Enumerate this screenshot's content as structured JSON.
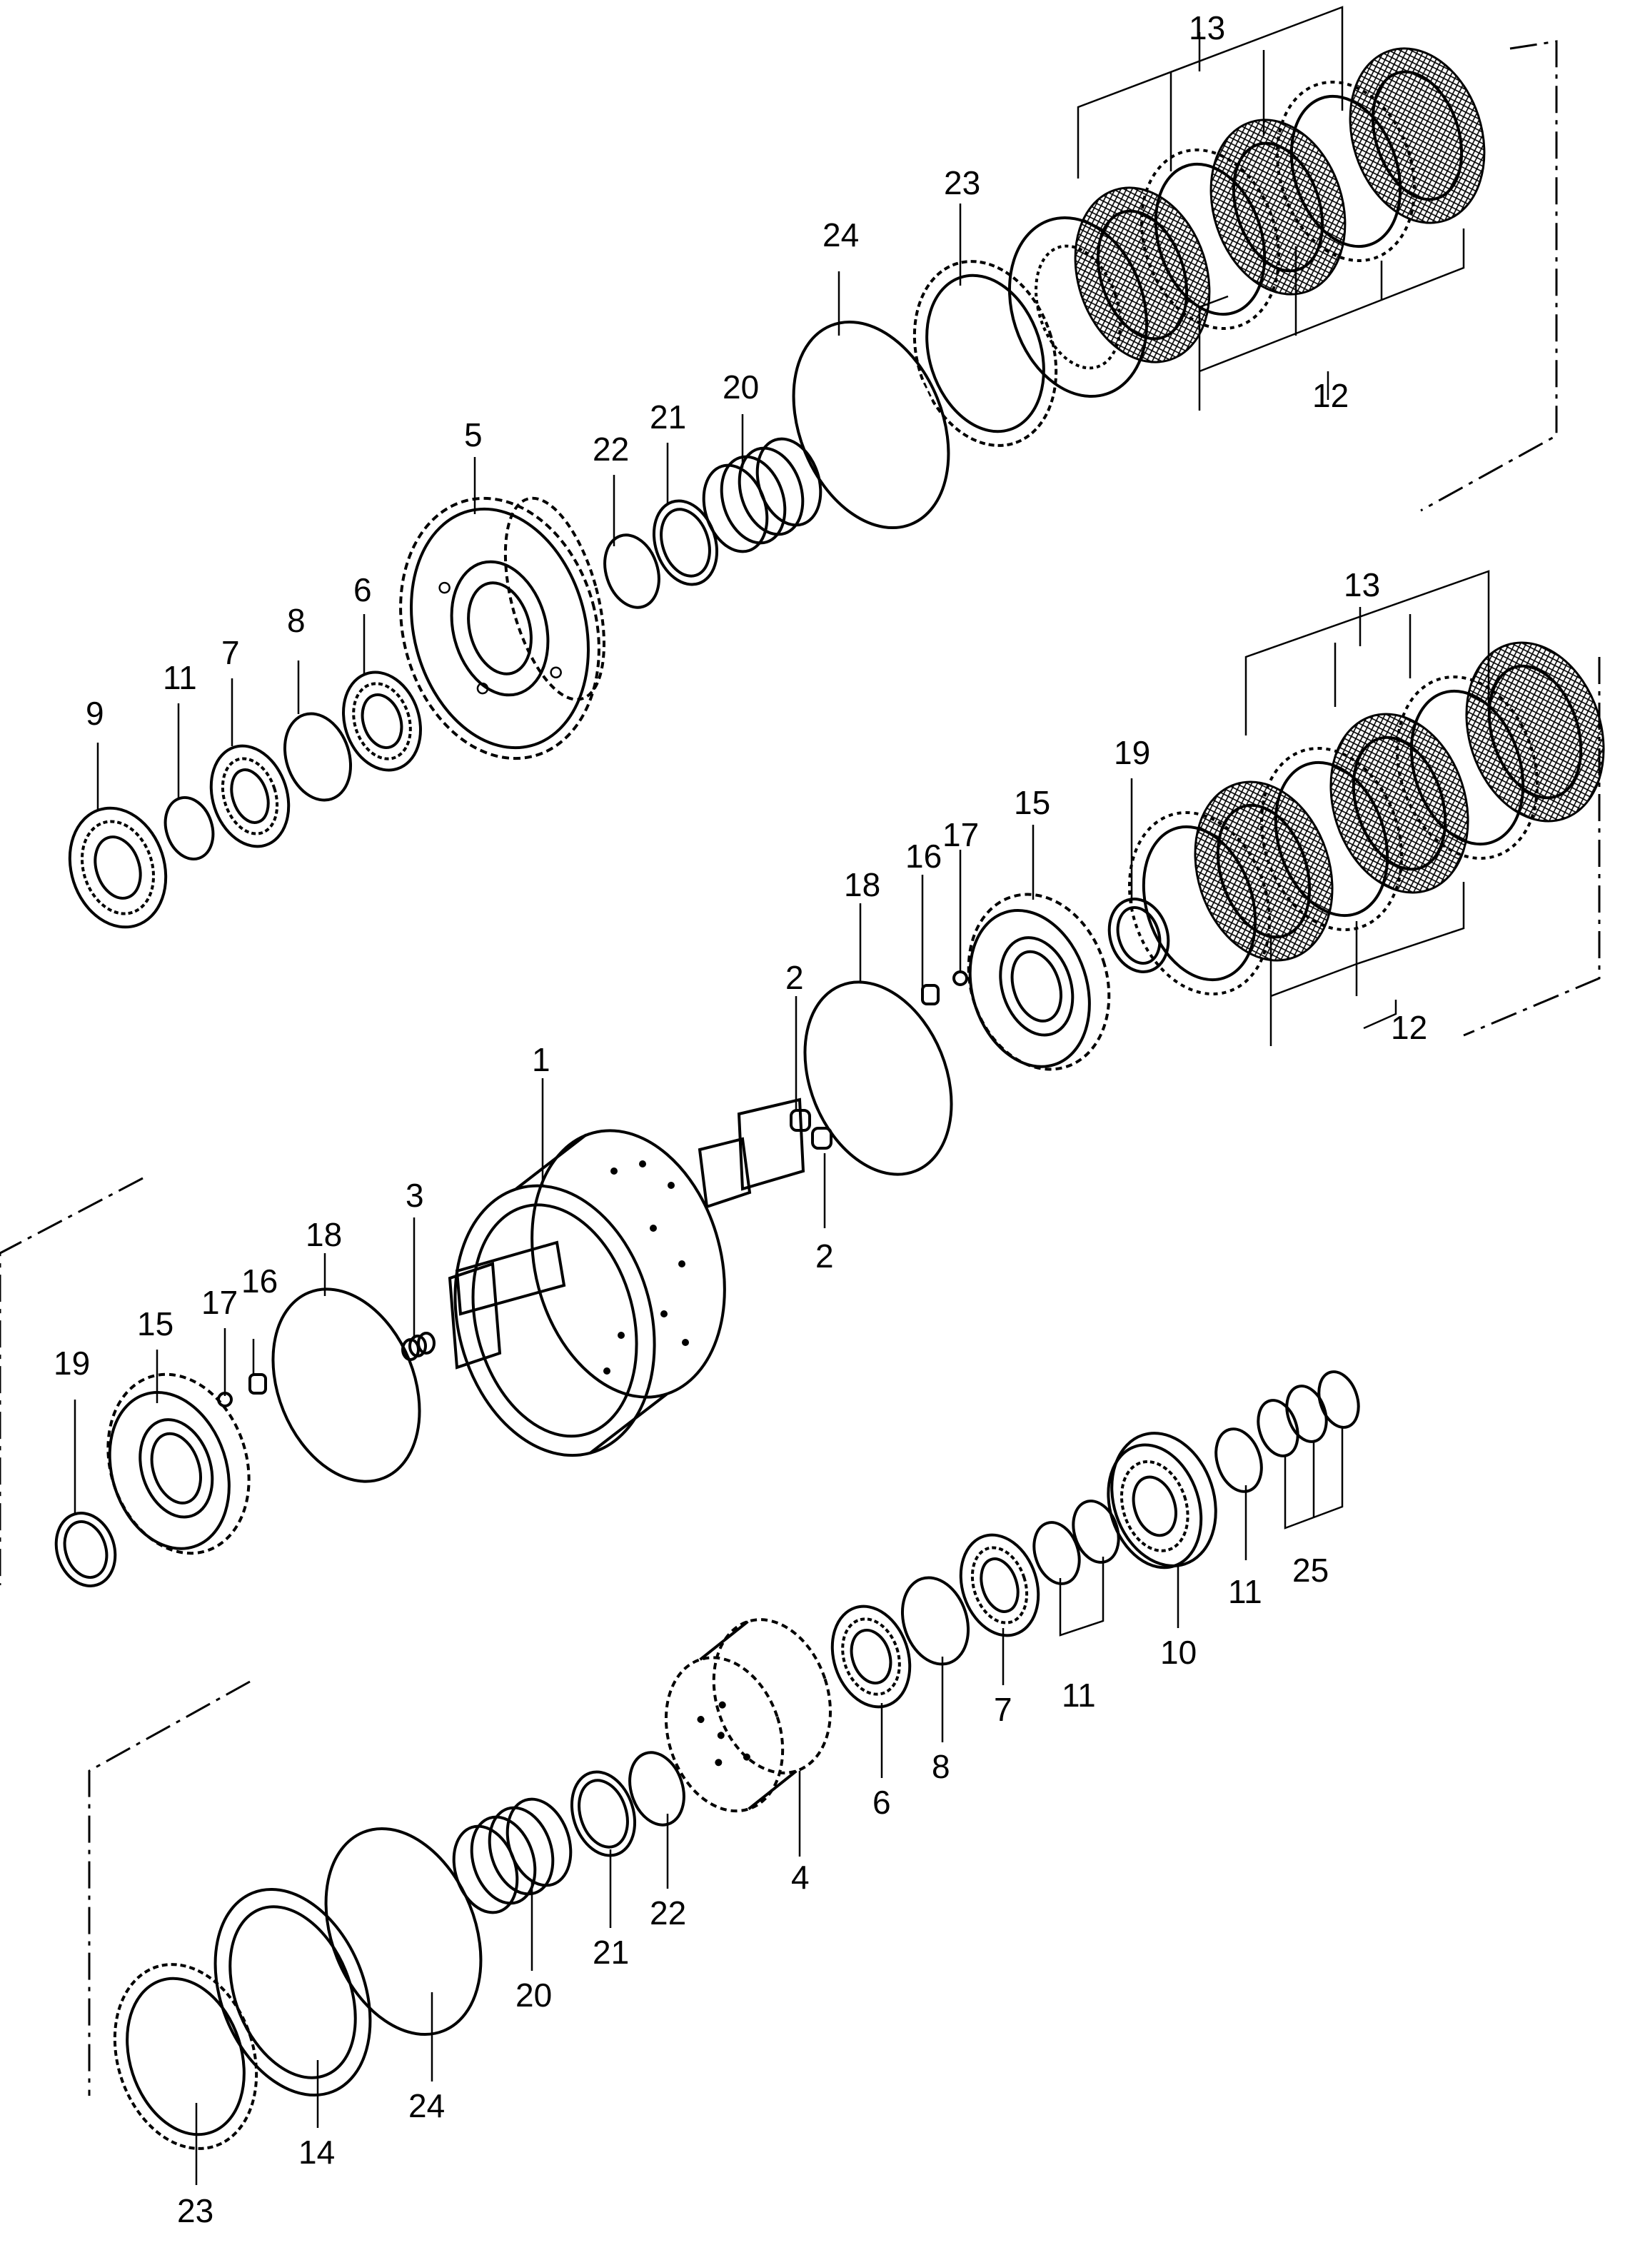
{
  "diagram": {
    "callouts": [
      {
        "id": "c13a",
        "text": "13"
      },
      {
        "id": "c23a",
        "text": "23"
      },
      {
        "id": "c24a",
        "text": "24"
      },
      {
        "id": "c20a",
        "text": "20"
      },
      {
        "id": "c21a",
        "text": "21"
      },
      {
        "id": "c22a",
        "text": "22"
      },
      {
        "id": "c5",
        "text": "5"
      },
      {
        "id": "c12a",
        "text": "12"
      },
      {
        "id": "c6a",
        "text": "6"
      },
      {
        "id": "c8a",
        "text": "8"
      },
      {
        "id": "c7a",
        "text": "7"
      },
      {
        "id": "c11a",
        "text": "11"
      },
      {
        "id": "c9",
        "text": "9"
      },
      {
        "id": "c13b",
        "text": "13"
      },
      {
        "id": "c19a",
        "text": "19"
      },
      {
        "id": "c15a",
        "text": "15"
      },
      {
        "id": "c17a",
        "text": "17"
      },
      {
        "id": "c16a",
        "text": "16"
      },
      {
        "id": "c18a",
        "text": "18"
      },
      {
        "id": "c2a",
        "text": "2"
      },
      {
        "id": "c12b",
        "text": "12"
      },
      {
        "id": "c1",
        "text": "1"
      },
      {
        "id": "c2b",
        "text": "2"
      },
      {
        "id": "c3",
        "text": "3"
      },
      {
        "id": "c18b",
        "text": "18"
      },
      {
        "id": "c17b",
        "text": "17"
      },
      {
        "id": "c16b",
        "text": "16"
      },
      {
        "id": "c15b",
        "text": "15"
      },
      {
        "id": "c19b",
        "text": "19"
      },
      {
        "id": "c11b",
        "text": "11"
      },
      {
        "id": "c25",
        "text": "25"
      },
      {
        "id": "c10",
        "text": "10"
      },
      {
        "id": "c11c",
        "text": "11"
      },
      {
        "id": "c7b",
        "text": "7"
      },
      {
        "id": "c8b",
        "text": "8"
      },
      {
        "id": "c6b",
        "text": "6"
      },
      {
        "id": "c4",
        "text": "4"
      },
      {
        "id": "c22b",
        "text": "22"
      },
      {
        "id": "c21b",
        "text": "21"
      },
      {
        "id": "c20b",
        "text": "20"
      },
      {
        "id": "c24b",
        "text": "24"
      },
      {
        "id": "c14",
        "text": "14"
      },
      {
        "id": "c23b",
        "text": "23"
      }
    ]
  }
}
